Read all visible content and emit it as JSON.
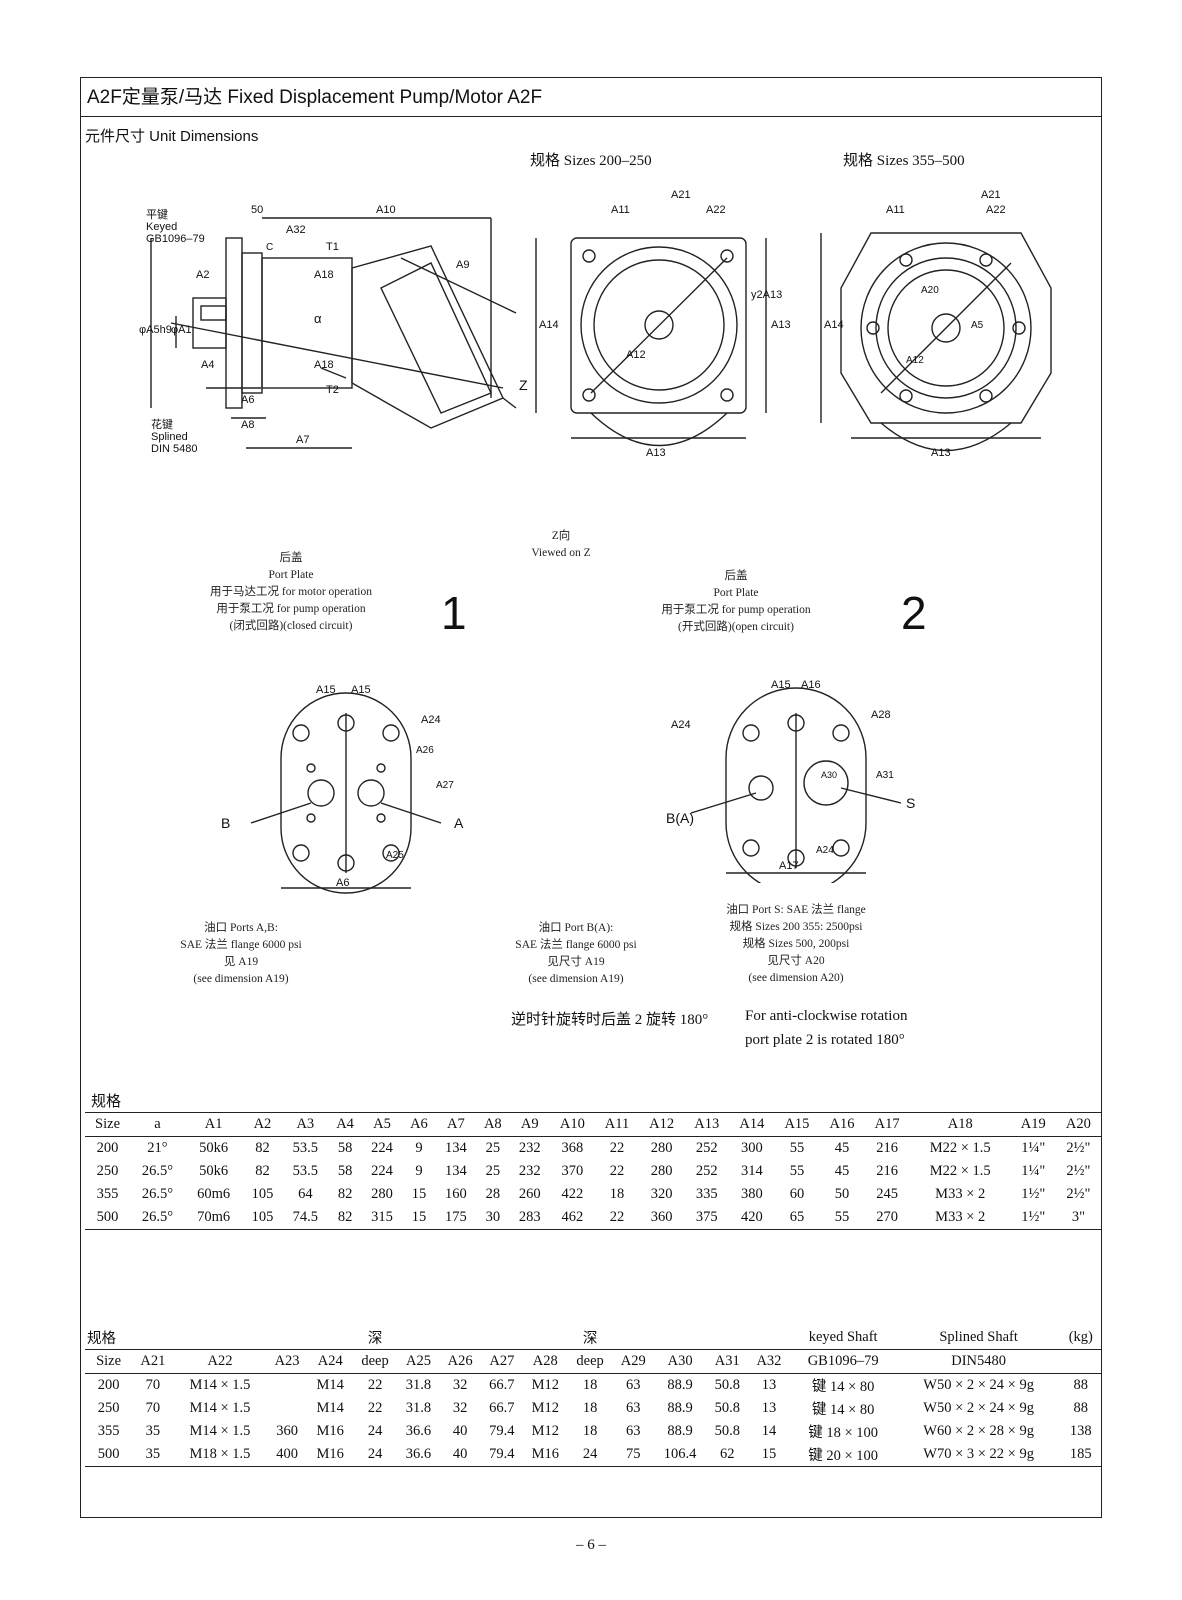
{
  "header": {
    "title": "A2F定量泵/马达 Fixed Displacement Pump/Motor A2F"
  },
  "section": {
    "title": "元件尺寸 Unit Dimensions"
  },
  "views": {
    "sizes_a": "规格 Sizes 200–250",
    "sizes_b": "规格 Sizes 355–500",
    "side_labels": {
      "keyed": [
        "平键",
        "Keyed",
        "GB1096–79"
      ],
      "splined": [
        "花键",
        "Splined",
        "DIN 5480"
      ],
      "dims": [
        "50",
        "A10",
        "A32",
        "C",
        "T1",
        "A9",
        "A2",
        "A18",
        "α",
        "φA5h9",
        "φA1",
        "A4",
        "A18",
        "T2",
        "Z",
        "A6",
        "A8",
        "A7"
      ]
    },
    "front_a_labels": [
      "A11",
      "A21",
      "A22",
      "y2A13",
      "A13",
      "A14",
      "A12",
      "A13"
    ],
    "front_b_labels": [
      "A11",
      "A21",
      "A22",
      "A20",
      "A5",
      "A12",
      "A14",
      "A13"
    ],
    "z_view": [
      "Z向",
      "Viewed on Z"
    ]
  },
  "port_plate_1": {
    "lines": [
      "后盖",
      "Port Plate",
      "用于马达工况 for motor operation",
      "用于泵工况 for pump operation",
      "(闭式回路)(closed circuit)"
    ],
    "number": "1",
    "labels": [
      "A15",
      "A15",
      "A24",
      "A26",
      "A27",
      "B",
      "A",
      "A25",
      "A6"
    ],
    "ports_note": [
      "油口 Ports A,B:",
      "SAE 法兰 flange 6000 psi",
      "见 A19",
      "(see dimension A19)"
    ]
  },
  "port_plate_2": {
    "lines": [
      "后盖",
      "Port Plate",
      "用于泵工况 for pump operation",
      "(开式回路)(open circuit)"
    ],
    "number": "2",
    "labels": [
      "A15",
      "A16",
      "A24",
      "A28",
      "A30",
      "A31",
      "B(A)",
      "S",
      "A24",
      "A17"
    ],
    "port_b_note": [
      "油口 Port B(A):",
      "SAE 法兰 flange 6000 psi",
      "见尺寸 A19",
      "(see dimension A19)"
    ],
    "port_s_note": [
      "油口 Port S: SAE 法兰 flange",
      "规格 Sizes 200 355: 2500psi",
      "规格 Sizes 500, 200psi",
      "见尺寸 A20",
      "(see dimension A20)"
    ]
  },
  "rotation_note": {
    "cn": "逆时针旋转时后盖 2 旋转 180°",
    "en1": "For anti-clockwise rotation",
    "en2": "port plate 2 is rotated 180°"
  },
  "table1": {
    "caption": "规格",
    "headers": [
      "Size",
      "a",
      "A1",
      "A2",
      "A3",
      "A4",
      "A5",
      "A6",
      "A7",
      "A8",
      "A9",
      "A10",
      "A11",
      "A12",
      "A13",
      "A14",
      "A15",
      "A16",
      "A17",
      "A18",
      "A19",
      "A20"
    ],
    "rows": [
      [
        "200",
        "21°",
        "50k6",
        "82",
        "53.5",
        "58",
        "224",
        "9",
        "134",
        "25",
        "232",
        "368",
        "22",
        "280",
        "252",
        "300",
        "55",
        "45",
        "216",
        "M22 × 1.5",
        "1¼\"",
        "2½\""
      ],
      [
        "250",
        "26.5°",
        "50k6",
        "82",
        "53.5",
        "58",
        "224",
        "9",
        "134",
        "25",
        "232",
        "370",
        "22",
        "280",
        "252",
        "314",
        "55",
        "45",
        "216",
        "M22 × 1.5",
        "1¼\"",
        "2½\""
      ],
      [
        "355",
        "26.5°",
        "60m6",
        "105",
        "64",
        "82",
        "280",
        "15",
        "160",
        "28",
        "260",
        "422",
        "18",
        "320",
        "335",
        "380",
        "60",
        "50",
        "245",
        "M33 × 2",
        "1½\"",
        "2½\""
      ],
      [
        "500",
        "26.5°",
        "70m6",
        "105",
        "74.5",
        "82",
        "315",
        "15",
        "175",
        "30",
        "283",
        "462",
        "22",
        "360",
        "375",
        "420",
        "65",
        "55",
        "270",
        "M33 × 2",
        "1½\"",
        "3\""
      ]
    ]
  },
  "table2": {
    "caption": "规格",
    "super": {
      "deep1": "深",
      "deep2": "深",
      "keyed": "keyed Shaft",
      "splined": "Splined Shaft",
      "kg": "(kg)"
    },
    "headers": [
      "Size",
      "A21",
      "A22",
      "A23",
      "A24",
      "deep",
      "A25",
      "A26",
      "A27",
      "A28",
      "deep",
      "A29",
      "A30",
      "A31",
      "A32",
      "GB1096–79",
      "DIN5480",
      ""
    ],
    "rows": [
      [
        "200",
        "70",
        "M14 × 1.5",
        "",
        "M14",
        "22",
        "31.8",
        "32",
        "66.7",
        "M12",
        "18",
        "63",
        "88.9",
        "50.8",
        "13",
        "键 14 × 80",
        "W50 × 2 × 24 × 9g",
        "88"
      ],
      [
        "250",
        "70",
        "M14 × 1.5",
        "",
        "M14",
        "22",
        "31.8",
        "32",
        "66.7",
        "M12",
        "18",
        "63",
        "88.9",
        "50.8",
        "13",
        "键 14 × 80",
        "W50 × 2 × 24 × 9g",
        "88"
      ],
      [
        "355",
        "35",
        "M14 × 1.5",
        "360",
        "M16",
        "24",
        "36.6",
        "40",
        "79.4",
        "M12",
        "18",
        "63",
        "88.9",
        "50.8",
        "14",
        "键 18 × 100",
        "W60 × 2 × 28 × 9g",
        "138"
      ],
      [
        "500",
        "35",
        "M18 × 1.5",
        "400",
        "M16",
        "24",
        "36.6",
        "40",
        "79.4",
        "M16",
        "24",
        "75",
        "106.4",
        "62",
        "15",
        "键 20 × 100",
        "W70 × 3 × 22 × 9g",
        "185"
      ]
    ]
  },
  "footer": {
    "page": "– 6 –"
  }
}
